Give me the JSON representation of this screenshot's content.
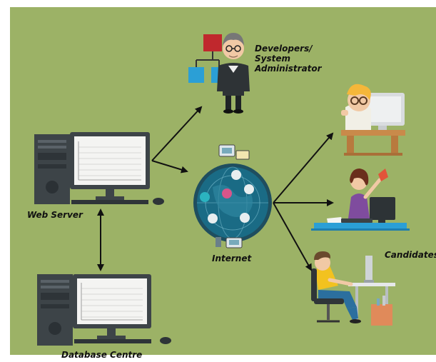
{
  "nodes": {
    "developers": {
      "label_line1": "Developers/",
      "label_line2": "System",
      "label_line3": "Administrator"
    },
    "web_server": {
      "label": "Web Server"
    },
    "internet": {
      "label": "Internet"
    },
    "database": {
      "label": "Database Centre"
    },
    "candidates": {
      "label": "Candidates"
    }
  },
  "colors": {
    "background": "#9cb266",
    "arrow": "#111111",
    "globe": "#1a5e73",
    "monitor_screen": "#f4f4f2",
    "tower": "#3d4448"
  }
}
